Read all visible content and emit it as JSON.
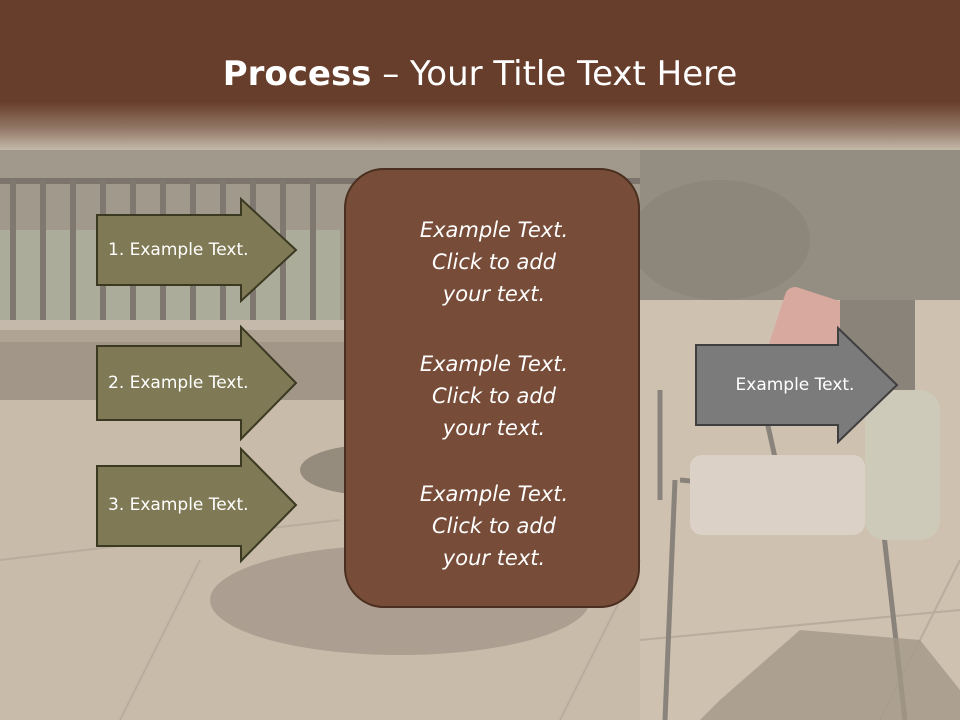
{
  "slide": {
    "title_bold": "Process",
    "title_rest": " – Your Title Text Here",
    "left_steps": [
      {
        "label": "1. Example Text."
      },
      {
        "label": "2. Example Text."
      },
      {
        "label": "3. Example Text."
      }
    ],
    "center_blocks": [
      {
        "line1": "Example Text.",
        "line2": "Click  to add",
        "line3": "your text."
      },
      {
        "line1": "Example Text.",
        "line2": "Click  to add",
        "line3": "your text."
      },
      {
        "line1": "Example Text.",
        "line2": "Click  to add",
        "line3": "your text."
      }
    ],
    "right_output": {
      "label": "Example Text."
    }
  },
  "colors": {
    "header_brown": "#673e2b",
    "center_box_fill": "#774c38",
    "step_arrow_fill": "#7f7a55",
    "output_arrow_fill": "#7b7b7b"
  }
}
